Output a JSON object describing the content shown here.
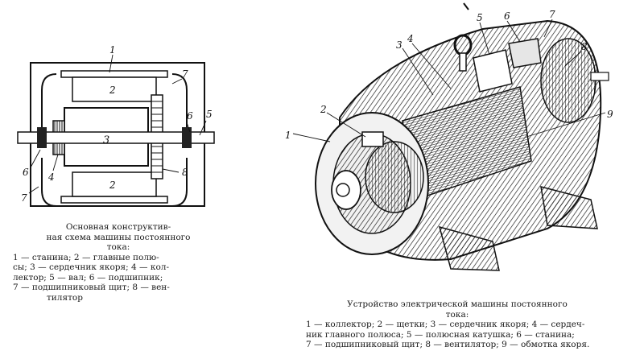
{
  "left_diagram": {
    "labels": {
      "1": "1",
      "2_top": "2",
      "2_bottom": "2",
      "3": "3",
      "4": "4",
      "5": "5",
      "6_right": "6",
      "6_left": "6",
      "7_top": "7",
      "7_bottom": "7",
      "8": "8"
    },
    "caption": {
      "title_lines": [
        "Основная конструктив-",
        "ная схема машины постоянного",
        "тока:"
      ],
      "legend_lines": [
        "1 — станина; 2 — главные полю-",
        "сы; 3 — сердечник якоря; 4 — кол-",
        "лектор; 5 — вал; 6 — подшипник;",
        "7 — подшипниковый щит; 8 — вен-",
        "тилятор"
      ]
    }
  },
  "right_diagram": {
    "labels": {
      "1": "1",
      "2": "2",
      "3": "3",
      "4": "4",
      "5": "5",
      "6": "6",
      "7": "7",
      "8": "8",
      "9": "9"
    },
    "caption": {
      "title_lines": [
        "Устройство электрической машины постоянного",
        "тока:"
      ],
      "legend_lines": [
        "1 — коллектор; 2 — щетки; 3 — сердечник якоря; 4 — сердеч-",
        "ник главного полюса; 5 — полюсная катушка; 6 — станина;",
        "7 — подшипниковый щит; 8 — вентилятор; 9 — обмотка якоря."
      ]
    }
  }
}
